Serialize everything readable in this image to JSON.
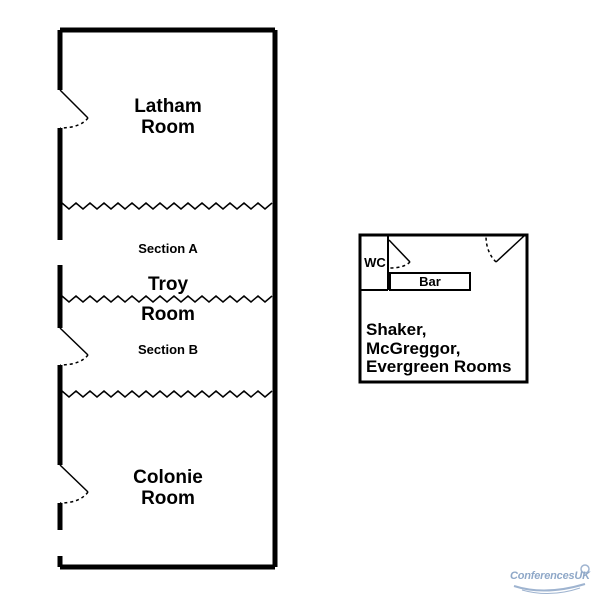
{
  "rooms": {
    "latham": {
      "line1": "Latham",
      "line2": "Room"
    },
    "section_a": "Section A",
    "troy": {
      "line1": "Troy",
      "line2": "Room"
    },
    "section_b": "Section B",
    "colonie": {
      "line1": "Colonie",
      "line2": "Room"
    },
    "wc": "WC",
    "bar": "Bar",
    "shaker": {
      "line1": "Shaker,",
      "line2": "McGreggor,",
      "line3": "Evergreen Rooms"
    }
  },
  "logo": {
    "text": "ConferencesUK"
  },
  "colors": {
    "wall": "#000000",
    "background": "#ffffff",
    "logo": "#8fa8c8"
  }
}
